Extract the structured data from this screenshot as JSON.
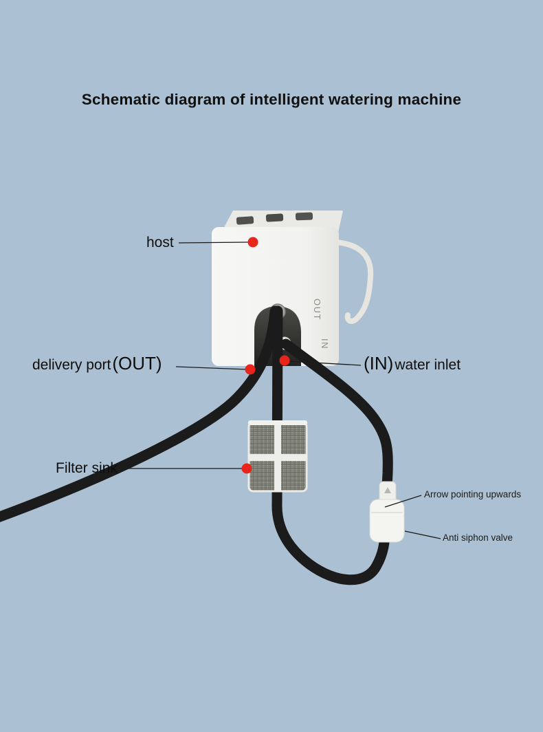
{
  "title": "Schematic diagram of intelligent watering machine",
  "labels": {
    "host": "host",
    "delivery_text": "delivery port",
    "delivery_port": "(OUT)",
    "inlet_port": "(IN)",
    "inlet_text": "water inlet",
    "filter": "Filter sink",
    "arrow": "Arrow pointing upwards",
    "valve": "Anti siphon valve"
  },
  "device_markings": {
    "out": "OUT",
    "in": "IN"
  },
  "colors": {
    "background": "#abc0d2",
    "callout_dot": "#e8241b",
    "tube": "#1b1b1b",
    "device_body": "#f4f4f2",
    "text": "#0d0d0d"
  }
}
